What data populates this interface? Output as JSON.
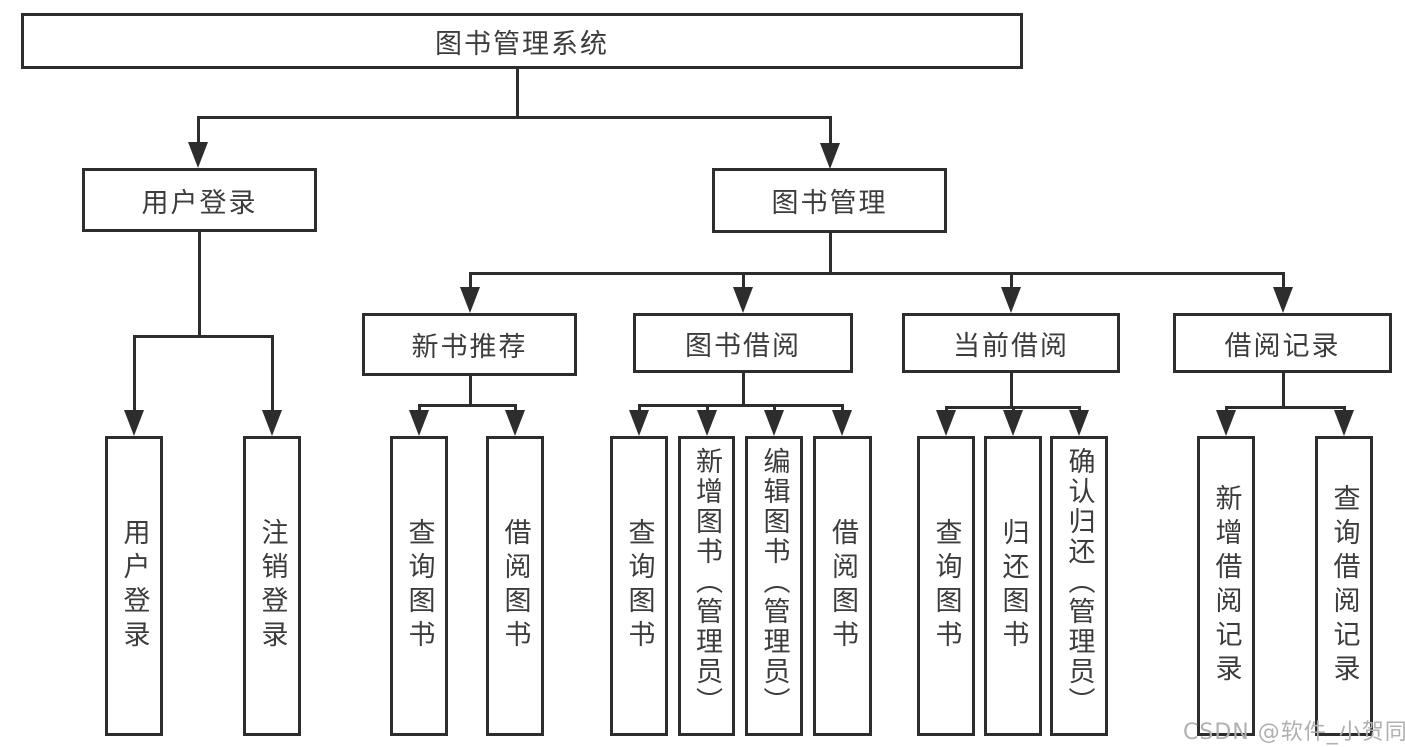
{
  "diagram": {
    "type": "tree-functional-structure",
    "colors": {
      "background": "#ffffff",
      "box_border": "#2d2d2d",
      "connector_line": "#2d2d2d",
      "text": "#3c3c3c",
      "watermark": "#b0b0b0"
    },
    "nodes": {
      "root": {
        "label": "图书管理系统"
      },
      "user_login": {
        "label": "用户登录"
      },
      "book_mgmt": {
        "label": "图书管理"
      },
      "new_book_rec": {
        "label": "新书推荐"
      },
      "book_borrow": {
        "label": "图书借阅"
      },
      "current_borrow": {
        "label": "当前借阅"
      },
      "borrow_records": {
        "label": "借阅记录"
      },
      "ul_user_login": {
        "label": "用户登录"
      },
      "ul_logout": {
        "label": "注销登录"
      },
      "nb_query_books": {
        "label": "查询图书"
      },
      "nb_borrow_books": {
        "label": "借阅图书"
      },
      "bb_query_books": {
        "label": "查询图书"
      },
      "bb_add_books": {
        "label": "新增图书（管理员）"
      },
      "bb_edit_books": {
        "label": "编辑图书（管理员）"
      },
      "bb_borrow_books": {
        "label": "借阅图书"
      },
      "cb_query_books": {
        "label": "查询图书"
      },
      "cb_return_books": {
        "label": "归还图书"
      },
      "cb_confirm_return": {
        "label": "确认归还（管理员）"
      },
      "br_add_records": {
        "label": "新增借阅记录"
      },
      "br_query_records": {
        "label": "查询借阅记录"
      }
    },
    "hierarchy": {
      "图书管理系统": {
        "用户登录": [
          "用户登录",
          "注销登录"
        ],
        "图书管理": {
          "新书推荐": [
            "查询图书",
            "借阅图书"
          ],
          "图书借阅": [
            "查询图书",
            "新增图书（管理员）",
            "编辑图书（管理员）",
            "借阅图书"
          ],
          "当前借阅": [
            "查询图书",
            "归还图书",
            "确认归还（管理员）"
          ],
          "借阅记录": [
            "新增借阅记录",
            "查询借阅记录"
          ]
        }
      }
    },
    "watermark": {
      "text": "CSDN @软件_小贺同学"
    }
  }
}
